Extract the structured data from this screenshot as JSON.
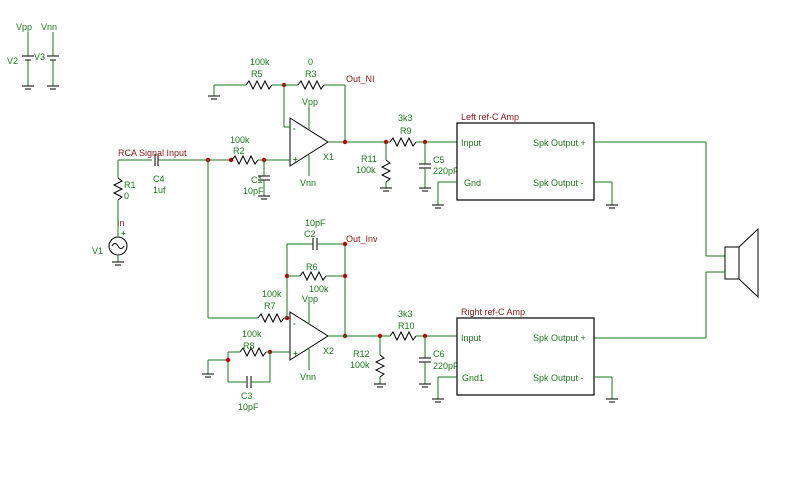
{
  "sources": {
    "v2": {
      "ref": "V2",
      "pos": "Vpp"
    },
    "v3": {
      "ref": "V3",
      "pos": "Vnn"
    },
    "v1": {
      "ref": "V1"
    }
  },
  "nets": {
    "in": "In",
    "rca": "RCA Signal Input",
    "out_ni": "Out_NI",
    "out_inv": "Out_Inv"
  },
  "opamps": {
    "x1": {
      "ref": "X1",
      "vpp": "Vpp",
      "vnn": "Vnn",
      "plus": "+",
      "minus": "-"
    },
    "x2": {
      "ref": "X2",
      "vpp": "Vpp",
      "vnn": "Vnn",
      "plus": "+",
      "minus": "-"
    }
  },
  "components": {
    "r1": {
      "ref": "R1",
      "value": "0"
    },
    "c4": {
      "ref": "C4",
      "value": "1uf"
    },
    "r2": {
      "ref": "R2",
      "value": "100k"
    },
    "r3": {
      "ref": "R3",
      "value": "0"
    },
    "r5": {
      "ref": "R5",
      "value": "100k"
    },
    "c1": {
      "ref": "C1",
      "value": "10pF"
    },
    "r9": {
      "ref": "R9",
      "value": "3k3"
    },
    "r11": {
      "ref": "R11",
      "value": "100k"
    },
    "c5": {
      "ref": "C5",
      "value": "220pF"
    },
    "c2": {
      "ref": "C2",
      "value": "10pF"
    },
    "r6": {
      "ref": "R6",
      "value": "100k"
    },
    "r7": {
      "ref": "R7",
      "value": "100k"
    },
    "r8": {
      "ref": "R8",
      "value": "100k"
    },
    "c3": {
      "ref": "C3",
      "value": "10pF"
    },
    "r10": {
      "ref": "R10",
      "value": "3k3"
    },
    "r12": {
      "ref": "R12",
      "value": "100k"
    },
    "c6": {
      "ref": "C6",
      "value": "220pF"
    }
  },
  "amps": {
    "left": {
      "title": "Left ref-C Amp",
      "input": "Input",
      "gnd": "Gnd",
      "out_pos": "Spk Output +",
      "out_neg": "Spk Output -"
    },
    "right": {
      "title": "Right ref-C Amp",
      "input": "Input",
      "gnd": "Gnd1",
      "out_pos": "Spk Output +",
      "out_neg": "Spk Output -"
    }
  }
}
